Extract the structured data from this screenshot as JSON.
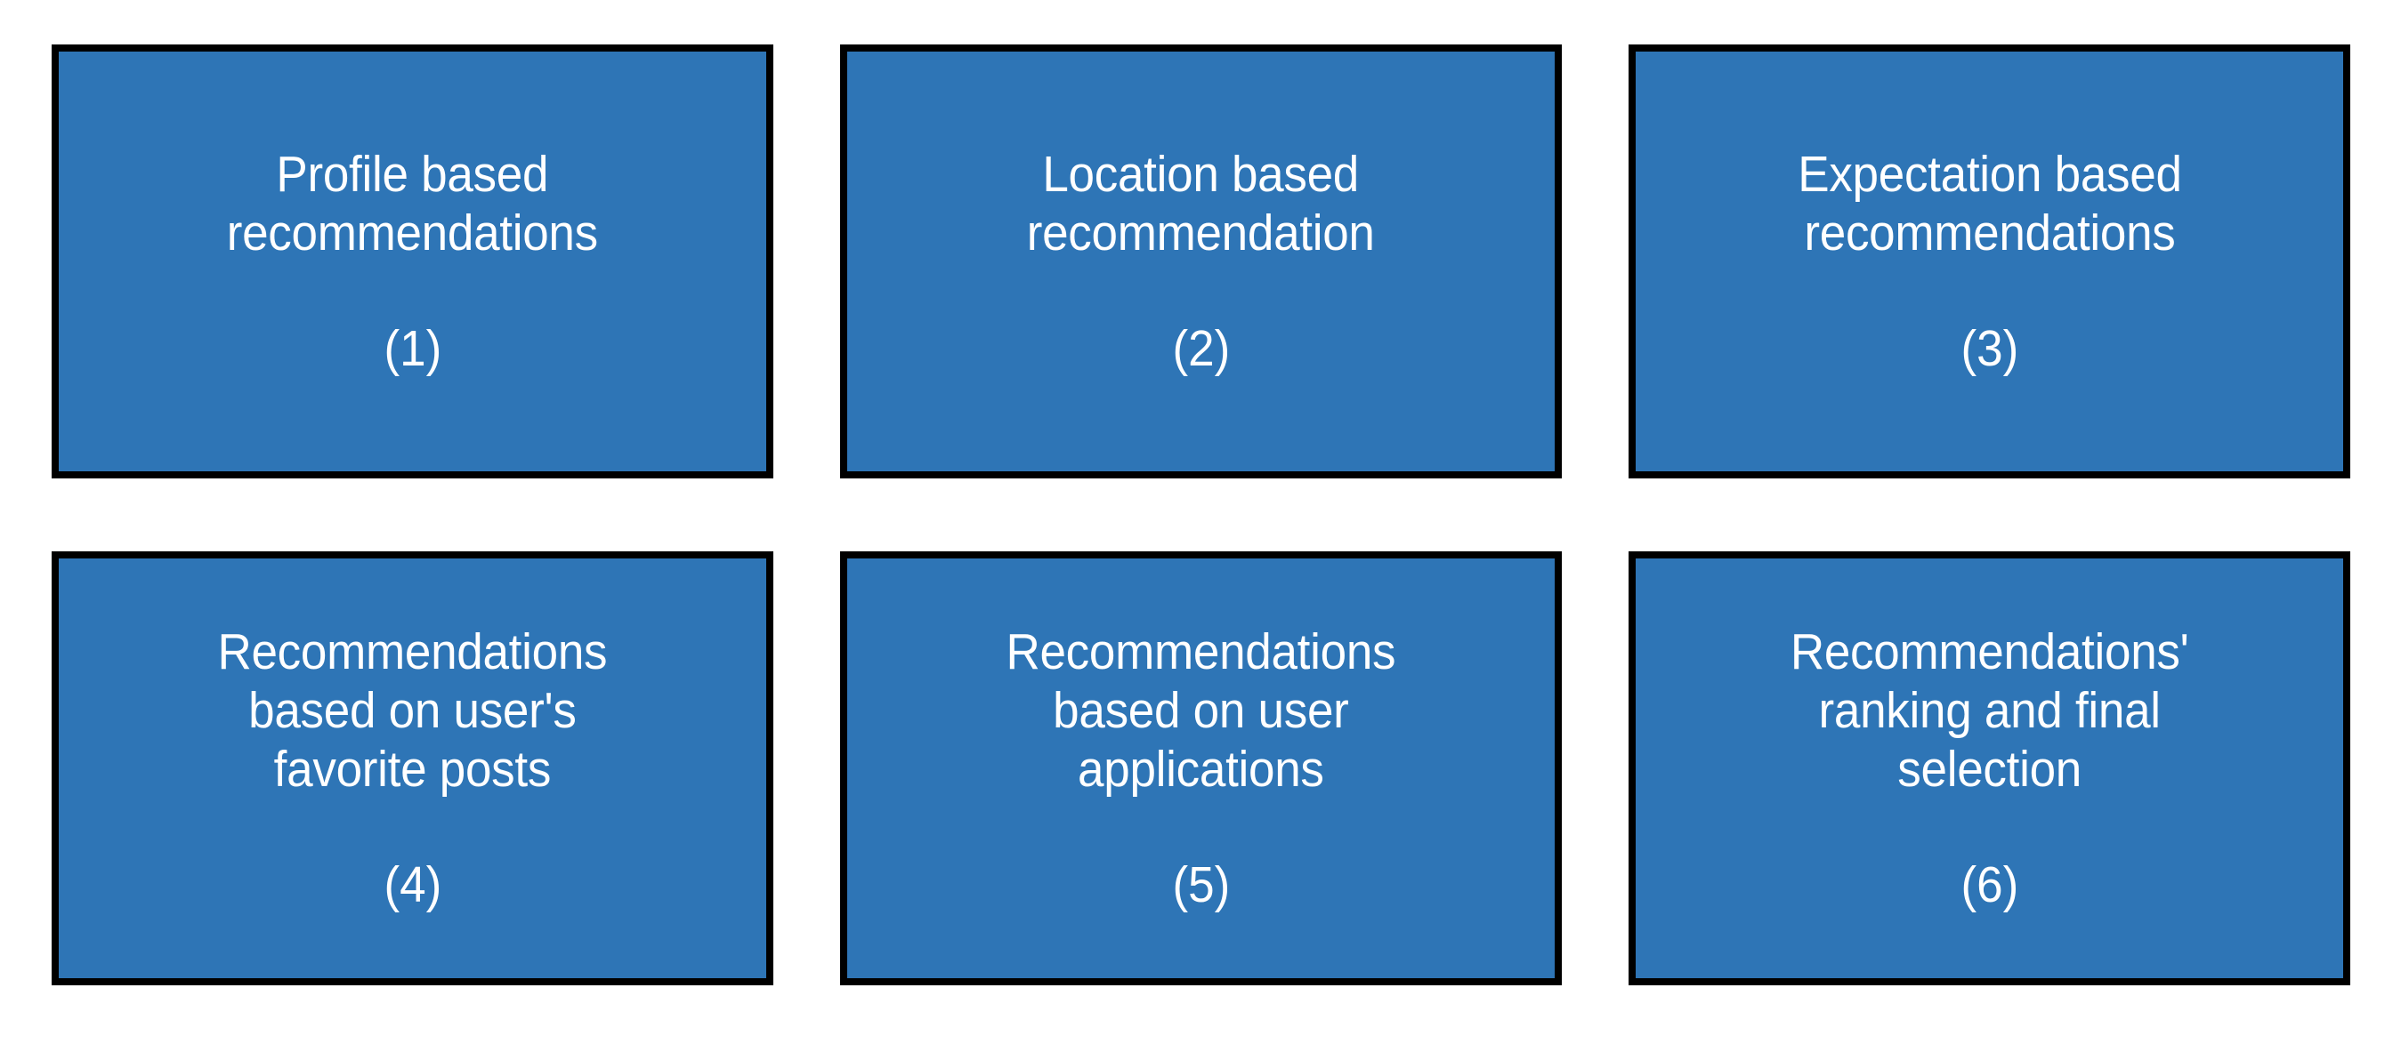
{
  "diagram": {
    "type": "grid-of-boxes",
    "rows": 2,
    "columns": 3,
    "colors": {
      "box_fill": "#2E75B6",
      "box_border": "#000000",
      "text": "#FFFFFF",
      "background": "#FFFFFF"
    },
    "nodes": [
      {
        "id": "node-1",
        "text": "Profile based\nrecommendations",
        "number": "(1)"
      },
      {
        "id": "node-2",
        "text": "Location based\nrecommendation",
        "number": "(2)"
      },
      {
        "id": "node-3",
        "text": "Expectation based\nrecommendations",
        "number": "(3)"
      },
      {
        "id": "node-4",
        "text": "Recommendations\nbased on user's\nfavorite posts",
        "number": "(4)"
      },
      {
        "id": "node-5",
        "text": "Recommendations\nbased on user\napplications",
        "number": "(5)"
      },
      {
        "id": "node-6",
        "text": "Recommendations'\nranking and final\nselection",
        "number": "(6)"
      }
    ]
  }
}
